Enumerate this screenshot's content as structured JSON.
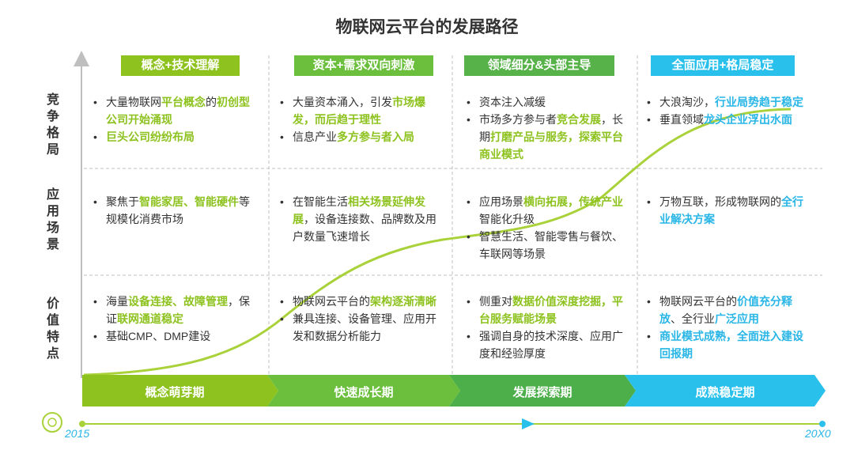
{
  "title": "物联网云平台的发展路径",
  "row_labels": [
    "竞争格局",
    "应用场景",
    "价值特点"
  ],
  "phases": [
    {
      "header": "概念+技术理解",
      "header_color": "#8dc21f"
    },
    {
      "header": "资本+需求双向刺激",
      "header_color": "#6bbf3c"
    },
    {
      "header": "领域细分&头部主导",
      "header_color": "#57b24a"
    },
    {
      "header": "全面应用+格局稳定",
      "header_color": "#29c0ec"
    }
  ],
  "cells": [
    [
      [
        [
          {
            "t": "大量物联网",
            "h": ""
          },
          {
            "t": "平台概念",
            "h": "g"
          },
          {
            "t": "的",
            "h": ""
          },
          {
            "t": "初创型公司开始涌现",
            "h": "g"
          }
        ],
        [
          {
            "t": "巨头公司纷纷布局",
            "h": "g"
          }
        ]
      ],
      [
        [
          {
            "t": "聚焦于",
            "h": ""
          },
          {
            "t": "智能家居、智能硬件",
            "h": "g"
          },
          {
            "t": "等规模化消费市场",
            "h": ""
          }
        ]
      ],
      [
        [
          {
            "t": "海量",
            "h": ""
          },
          {
            "t": "设备连接、故障管理",
            "h": "g"
          },
          {
            "t": "，保证",
            "h": ""
          },
          {
            "t": "联网通道稳定",
            "h": "g"
          }
        ],
        [
          {
            "t": "基础CMP、DMP建设",
            "h": ""
          }
        ]
      ]
    ],
    [
      [
        [
          {
            "t": "大量资本涌入，引发",
            "h": ""
          },
          {
            "t": "市场爆发，而后趋于理性",
            "h": "g"
          }
        ],
        [
          {
            "t": "信息产业",
            "h": ""
          },
          {
            "t": "多方参与者入局",
            "h": "g"
          }
        ]
      ],
      [
        [
          {
            "t": "在智能生活",
            "h": ""
          },
          {
            "t": "相关场景延伸发展",
            "h": "g"
          },
          {
            "t": "，设备连接数、品牌数及用户数量飞速增长",
            "h": ""
          }
        ]
      ],
      [
        [
          {
            "t": "物联网云平台的",
            "h": ""
          },
          {
            "t": "架构逐渐清晰",
            "h": "g"
          }
        ],
        [
          {
            "t": "兼具连接、设备管理、应用开发和数据分析能力",
            "h": ""
          }
        ]
      ]
    ],
    [
      [
        [
          {
            "t": "资本注入减缓",
            "h": ""
          }
        ],
        [
          {
            "t": "市场多方参与者",
            "h": ""
          },
          {
            "t": "竞合发展",
            "h": "g"
          },
          {
            "t": "，长期",
            "h": ""
          },
          {
            "t": "打磨产品与服务，探索平台商业模式",
            "h": "g"
          }
        ]
      ],
      [
        [
          {
            "t": "应用场景",
            "h": ""
          },
          {
            "t": "横向拓展，传统产业",
            "h": "g"
          },
          {
            "t": "智能化升级",
            "h": ""
          }
        ],
        [
          {
            "t": "智慧生活、智能零售与餐饮、车联网等场景",
            "h": ""
          }
        ]
      ],
      [
        [
          {
            "t": "侧重对",
            "h": ""
          },
          {
            "t": "数据价值深度挖掘，平台服务赋能场景",
            "h": "g"
          }
        ],
        [
          {
            "t": "强调自身的技术深度、应用广度和经验厚度",
            "h": ""
          }
        ]
      ]
    ],
    [
      [
        [
          {
            "t": "大浪淘沙，",
            "h": ""
          },
          {
            "t": "行业局势趋于稳定",
            "h": "b"
          }
        ],
        [
          {
            "t": "垂直领域",
            "h": ""
          },
          {
            "t": "龙头企业浮出水面",
            "h": "b"
          }
        ]
      ],
      [
        [
          {
            "t": "万物互联，形成物联网的",
            "h": ""
          },
          {
            "t": "全行业解决方案",
            "h": "b"
          }
        ]
      ],
      [
        [
          {
            "t": "物联网云平台的",
            "h": ""
          },
          {
            "t": "价值充分释放",
            "h": "b"
          },
          {
            "t": "、全行业",
            "h": ""
          },
          {
            "t": "广泛应用",
            "h": "b"
          }
        ],
        [
          {
            "t": "商业模式成熟，全面进入建设回报期",
            "h": "b"
          }
        ]
      ]
    ]
  ],
  "stages": [
    "概念萌芽期",
    "快速成长期",
    "发展探索期",
    "成熟稳定期"
  ],
  "stage_colors": [
    "#8dc21f",
    "#6bbf3c",
    "#4daf4a",
    "#29c0ec"
  ],
  "timeline": {
    "start": "2015",
    "end": "20X0"
  },
  "colors": {
    "green": "#8dc21f",
    "blue": "#29b6e6",
    "grid": "#bfbfbf",
    "curve": "#a9d23a"
  }
}
